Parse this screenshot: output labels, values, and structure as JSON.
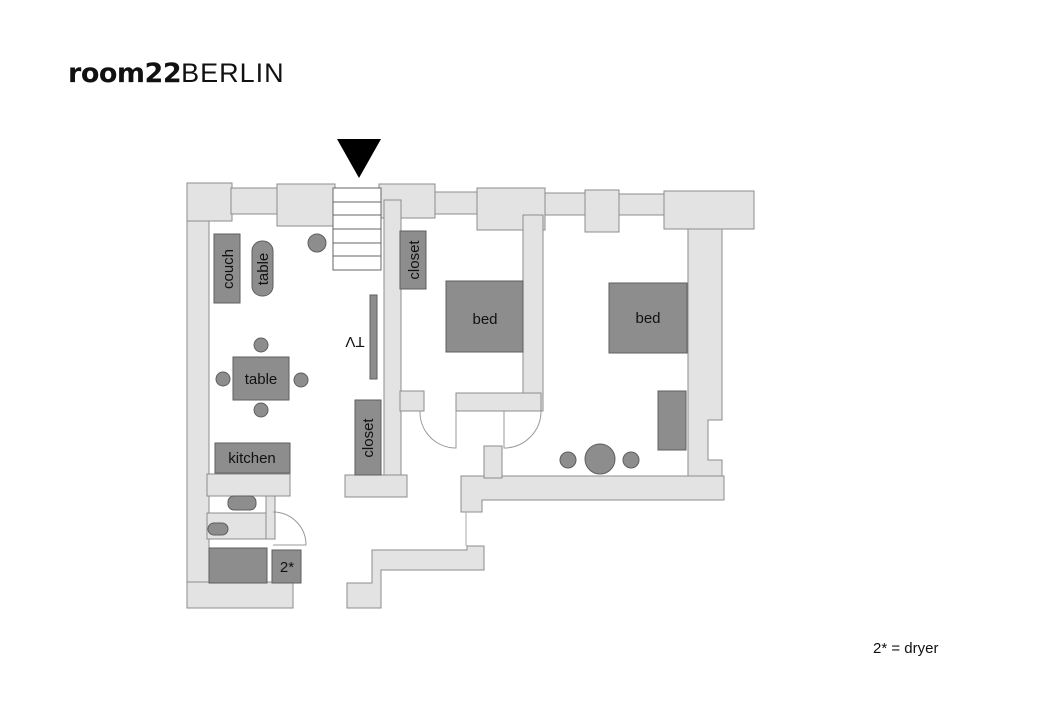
{
  "brand": {
    "bold": "room22",
    "light": "BERLIN"
  },
  "labels": {
    "couch": "couch",
    "table_side": "table",
    "table_dining": "table",
    "tv": "TV",
    "kitchen": "kitchen",
    "closet_top": "closet",
    "closet_bottom": "closet",
    "bed_1": "bed",
    "bed_2": "bed",
    "dryer_marker": "2*"
  },
  "legend": "2* = dryer",
  "icons": {
    "entrance": "entrance-arrow-icon"
  },
  "colors": {
    "wall_fill": "#e3e3e3",
    "furniture_fill": "#8d8d8d",
    "text": "#111111"
  }
}
